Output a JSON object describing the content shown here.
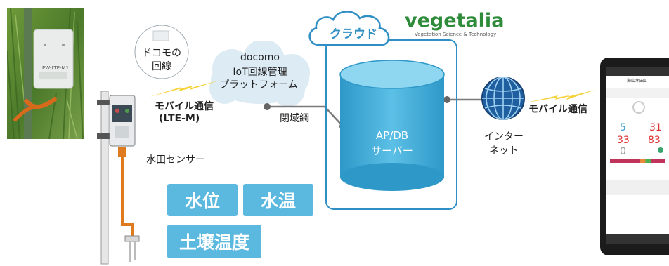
{
  "docomo_line": {
    "line1": "ドコモの",
    "line2": "回線"
  },
  "platform": {
    "line1": "docomo",
    "line2": "IoT回線管理",
    "line3": "プラットフォーム"
  },
  "mobile_left": {
    "line1": "モバイル通信",
    "line2": "(LTE-M)"
  },
  "closed_network": "閉域網",
  "cloud_label": "クラウド",
  "brand": {
    "name": "vegetalia",
    "tagline": "Vegetation Science & Technology"
  },
  "server": {
    "line1": "AP/DB",
    "line2": "サーバー"
  },
  "internet": {
    "line1": "インター",
    "line2": "ネット"
  },
  "mobile_right": "モバイル通信",
  "sensor_label": "水田センサー",
  "measurements": [
    "水位",
    "水温",
    "土壌温度"
  ],
  "device_sticker": "PW-LTE-M1",
  "phone": {
    "title": "海山水田1",
    "readings": [
      "5",
      "31",
      "33",
      "83",
      "0"
    ]
  },
  "colors": {
    "accent_blue": "#5bb8df",
    "server_blue": "#3fa8d4",
    "cloud_outline": "#2f8fc4",
    "lightning": "#f5d23a",
    "brand_green": "#2e8b3a",
    "cable_orange": "#e07a1f"
  }
}
